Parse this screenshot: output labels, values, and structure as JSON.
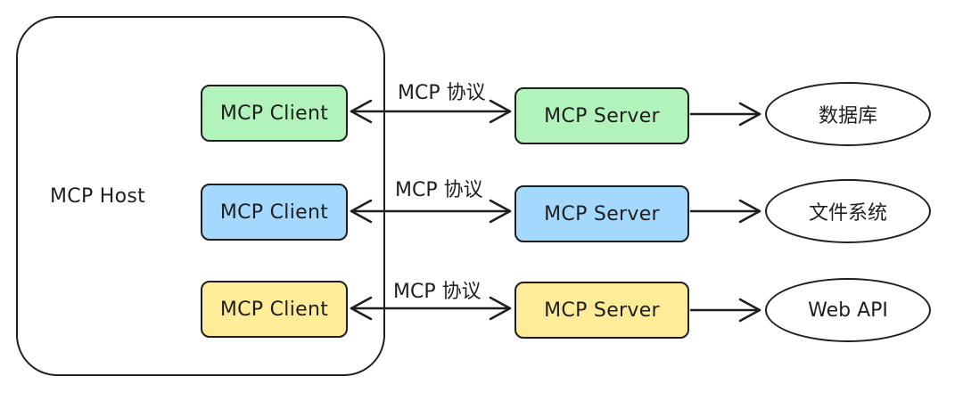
{
  "host": {
    "label": "MCP Host"
  },
  "rows": [
    {
      "client": "MCP Client",
      "protocol": "MCP 协议",
      "server": "MCP Server",
      "resource": "数据库",
      "color": "#b2f2bb"
    },
    {
      "client": "MCP Client",
      "protocol": "MCP 协议",
      "server": "MCP Server",
      "resource": "文件系统",
      "color": "#a5d8ff"
    },
    {
      "client": "MCP Client",
      "protocol": "MCP 协议",
      "server": "MCP Server",
      "resource": "Web API",
      "color": "#ffec99"
    }
  ],
  "colors": {
    "stroke": "#1e1e1e",
    "green": "#b2f2bb",
    "blue": "#a5d8ff",
    "yellow": "#ffec99"
  }
}
